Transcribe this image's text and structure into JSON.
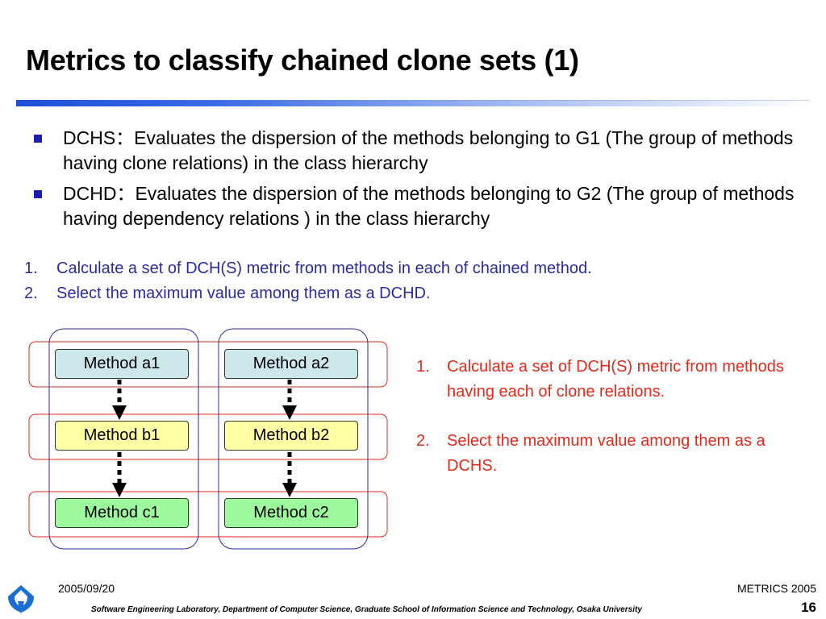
{
  "slide": {
    "title": "Metrics to classify chained clone sets (1)",
    "bullets": [
      {
        "text": "DCHS：Evaluates the dispersion of the methods belonging to G1 (The group of methods having clone relations) in the class hierarchy"
      },
      {
        "text": "DCHD：Evaluates the dispersion of the methods belonging to G2 (The group of methods having dependency relations ) in the class hierarchy"
      }
    ],
    "steps_dchd": [
      {
        "num": "1.",
        "text": "Calculate a set of DCH(S) metric from methods in each of chained method."
      },
      {
        "num": "2.",
        "text": "Select the maximum value among them as a DCHD."
      }
    ],
    "steps_dchs": [
      {
        "num": "1.",
        "text": "Calculate a set of DCH(S) metric from methods having each of clone relations."
      },
      {
        "num": "2.",
        "text": "Select the maximum value among them as a DCHS."
      }
    ]
  },
  "diagram": {
    "methods": {
      "a1": "Method a1",
      "a2": "Method a2",
      "b1": "Method b1",
      "b2": "Method b2",
      "c1": "Method c1",
      "c2": "Method c2"
    },
    "colors": {
      "row_a": "#cce8ea",
      "row_b": "#ffffa6",
      "row_c": "#9cfa9c",
      "clone_group_border": "#e02a1a",
      "chain_group_border": "#2b2b9b"
    }
  },
  "footer": {
    "date": "2005/09/20",
    "conference": "METRICS 2005",
    "affiliation": "Software Engineering Laboratory,  Department of Computer Science,  Graduate School of Information Science and Technology,  Osaka University",
    "page": "16"
  }
}
